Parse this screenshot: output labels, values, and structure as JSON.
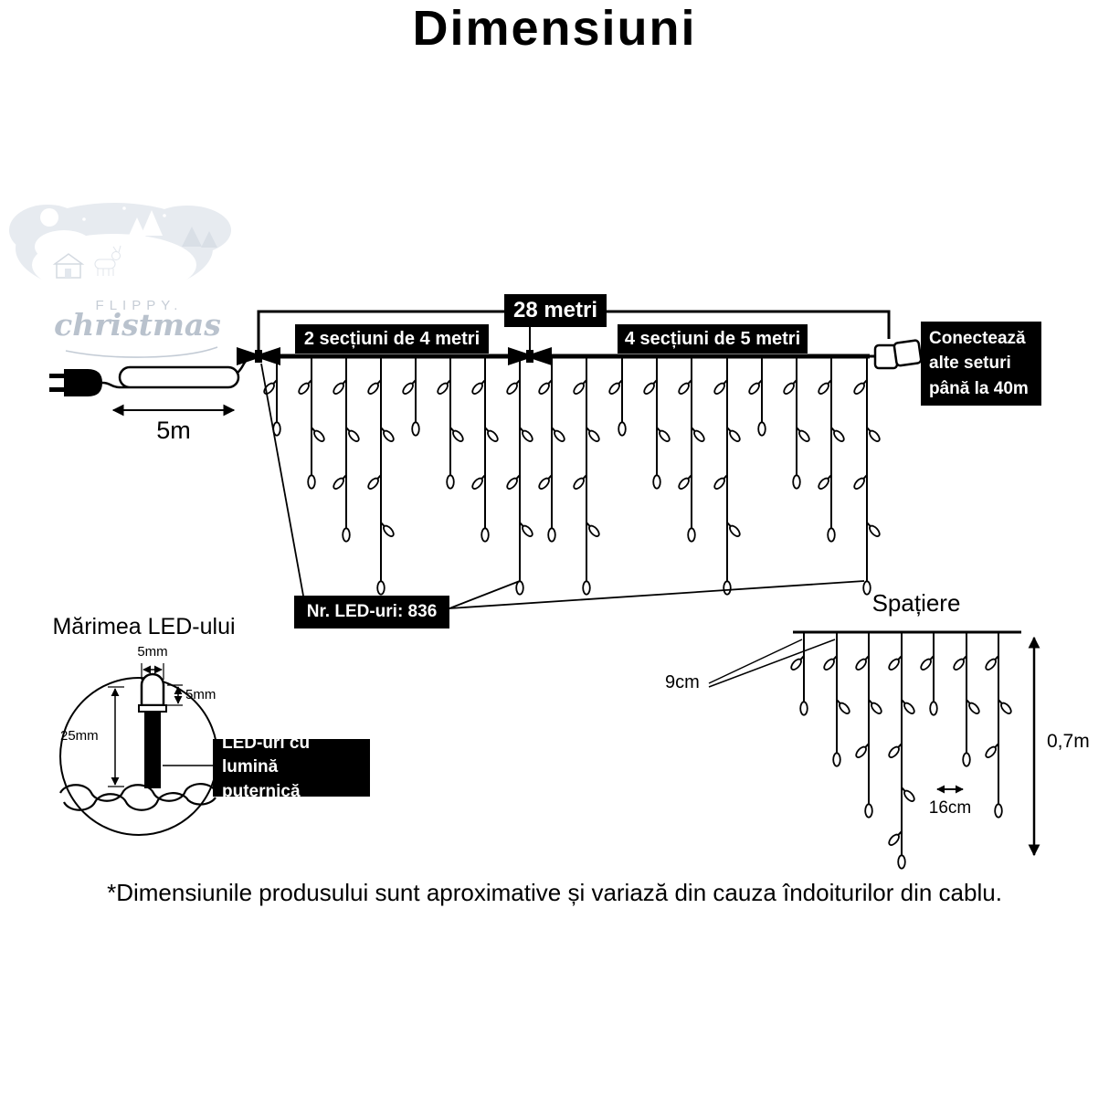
{
  "title": "Dimensiuni",
  "logo": {
    "line1": "FLIPPY.",
    "line2": "christmas"
  },
  "main_diagram": {
    "total_length_label": "28 metri",
    "left_section_label": "2 secțiuni de 4 metri",
    "right_section_label": "4 secțiuni de 5 metri",
    "connector_note": {
      "line1": "Conectează",
      "line2": "alte seturi",
      "line3": "până la 40m"
    },
    "lead_length_label": "5m",
    "led_count_label": "Nr. LED-uri: 836"
  },
  "led_detail": {
    "title": "Mărimea LED-ului",
    "width_label": "5mm",
    "cap_height_label": "5mm",
    "length_label": "25mm",
    "note": {
      "line1": "LED-uri cu lumină",
      "line2": "puternică"
    }
  },
  "spacing_diagram": {
    "title": "Spațiere",
    "vertical_gap_label": "9cm",
    "horizontal_gap_label": "16cm",
    "height_label": "0,7m"
  },
  "footnote": "*Dimensiunile produsului sunt aproximative și variază din cauza îndoiturilor din cablu.",
  "colors": {
    "ink": "#000000",
    "box_bg": "#000000",
    "box_text": "#ffffff",
    "logo_gray": "#c6cdd6"
  }
}
